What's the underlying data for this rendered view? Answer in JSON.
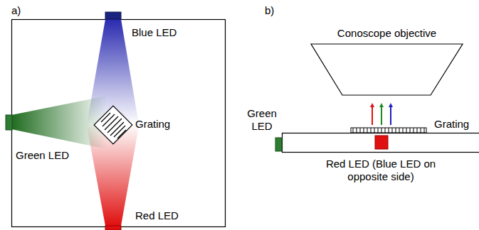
{
  "diagram": {
    "nodes": [
      {
        "text": [
          "Conoscope objective"
        ]
      }
    ],
    "labels": [
      "a)",
      "Blue LED",
      "Grating",
      "Green LED",
      "Red LED",
      "b)",
      "Grating",
      "Green LED",
      "Red LED (Blue LED on opposite side)"
    ]
  }
}
